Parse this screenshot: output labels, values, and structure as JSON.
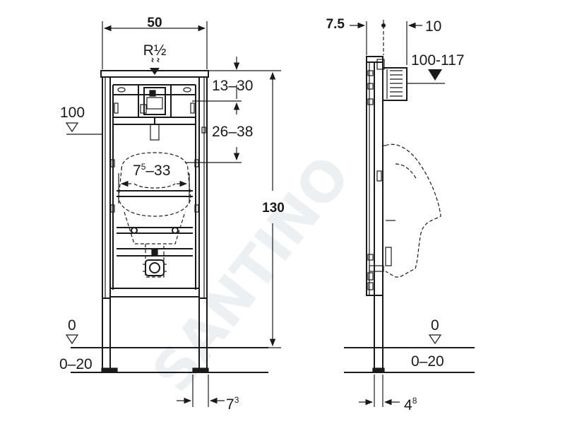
{
  "watermark": {
    "text": "SANTINO"
  },
  "front_view": {
    "width_label": "50",
    "connection_label": "R½",
    "top_offset_label": "13–30",
    "valve_range_label": "26–38",
    "bowl_range_main": "7",
    "bowl_range_sup": "5",
    "bowl_range_tail": "–33",
    "height_label": "130",
    "upper_level_label": "100",
    "floor_level_label": "0",
    "floor_range_label": "0–20",
    "foot_offset_main": "7",
    "foot_offset_sup": "3"
  },
  "side_view": {
    "frame_offset_label": "7.5",
    "pipe_offset_label": "10",
    "pipe_range_label": "100-117",
    "floor_level_label": "0",
    "floor_range_label": "0–20",
    "foot_width_main": "4",
    "foot_width_sup": "8"
  }
}
